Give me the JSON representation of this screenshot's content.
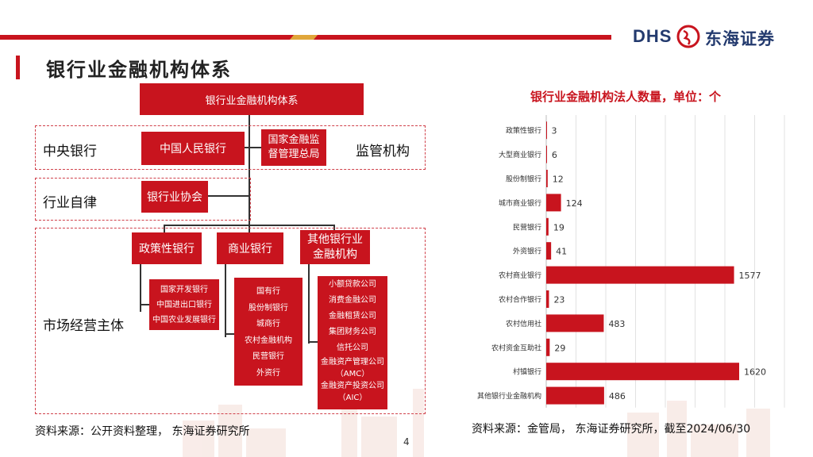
{
  "brand": {
    "latin": "DHS",
    "chinese": "东海证券"
  },
  "page_title": "银行业金融机构体系",
  "diagram": {
    "root": "银行业金融机构体系",
    "categories": {
      "central": "中央银行",
      "regulator": "监管机构",
      "self_reg": "行业自律",
      "market": "市场经营主体"
    },
    "nodes": {
      "pboc": "中国人民银行",
      "nfra_line1": "国家金融监",
      "nfra_line2": "督管理总局",
      "association": "银行业协会",
      "policy": "政策性银行",
      "commercial": "商业银行",
      "other_line1": "其他银行业",
      "other_line2": "金融机构"
    },
    "policy_list": [
      "国家开发银行",
      "中国进出口银行",
      "中国农业发展银行"
    ],
    "commercial_list": [
      "国有行",
      "股份制银行",
      "城商行",
      "农村金融机构",
      "民营银行",
      "外资行"
    ],
    "other_list": [
      "小额贷款公司",
      "消费金融公司",
      "金融租赁公司",
      "集团财务公司",
      "信托公司",
      "金融资产管理公司",
      "（AMC）",
      "金融资产投资公司",
      "（AIC）"
    ]
  },
  "source_left": "资料来源：公开资料整理， 东海证券研究所",
  "source_right": "资料来源：金管局， 东海证券研究所，截至2024/06/30",
  "page_number": "4",
  "colors": {
    "accent": "#c8141e",
    "brand_blue": "#233a6e"
  },
  "chart_data": {
    "type": "bar",
    "orientation": "horizontal",
    "title": "银行业金融机构法人数量，单位：个",
    "categories": [
      "政策性银行",
      "大型商业银行",
      "股份制银行",
      "城市商业银行",
      "民营银行",
      "外资银行",
      "农村商业银行",
      "农村合作银行",
      "农村信用社",
      "农村资金互助社",
      "村镇银行",
      "其他银行业金融机构"
    ],
    "values": [
      3,
      6,
      12,
      124,
      19,
      41,
      1577,
      23,
      483,
      29,
      1620,
      486
    ],
    "xlim": [
      0,
      2000
    ],
    "grid": true,
    "color": "#c8141e"
  }
}
